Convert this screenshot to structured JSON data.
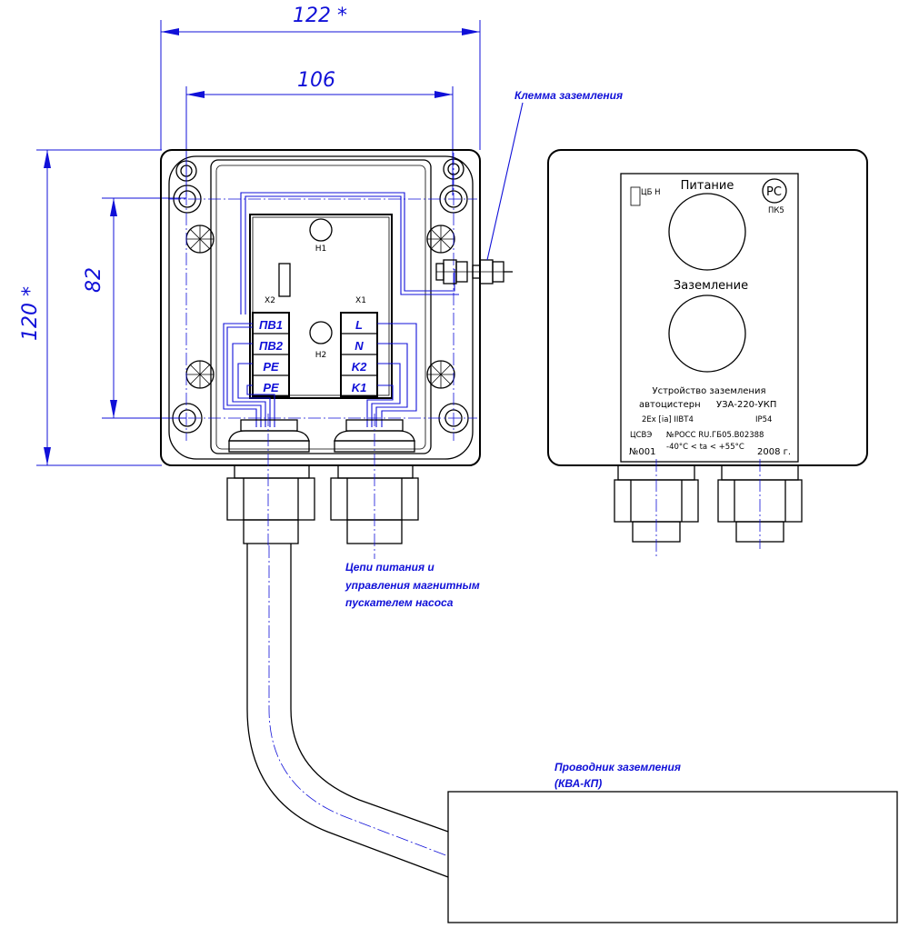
{
  "dimensions": {
    "width_total": "122 *",
    "width_holes": "106",
    "height_holes": "82",
    "height_total": "120 *"
  },
  "callouts": {
    "ground_terminal": "Клемма заземления",
    "power_circuits_line1": "Цепи питания и",
    "power_circuits_line2": "управления магнитным",
    "power_circuits_line3": "пускателем насоса",
    "ground_conductor_line1": "Проводник заземления",
    "ground_conductor_line2": "(КВА-КП)"
  },
  "internal": {
    "h1": "H1",
    "h2": "H2",
    "x1": "X1",
    "x2": "X2",
    "x2_terminals": [
      "ПВ1",
      "ПВ2",
      "PE",
      "PE"
    ],
    "x1_terminals": [
      "L",
      "N",
      "K2",
      "K1"
    ]
  },
  "front_panel": {
    "mark_left": "ЦБ Н",
    "cert_logo": "PC",
    "cert_code": "ПК5",
    "power_label": "Питание",
    "ground_label": "Заземление",
    "device_line1": "Устройство заземления",
    "device_line2_left": "автоцистерн",
    "device_line2_right": "УЗА-220-УКП",
    "ex_marking": "2Ex [ia] IIBT4",
    "ip_rating": "IP54",
    "cert_left": "ЦСВЭ",
    "cert_number": "№РОСС RU.ГБ05.В02388",
    "serial": "№001",
    "temp_range": "-40°C < ta < +55°C",
    "year": "2008 г."
  }
}
